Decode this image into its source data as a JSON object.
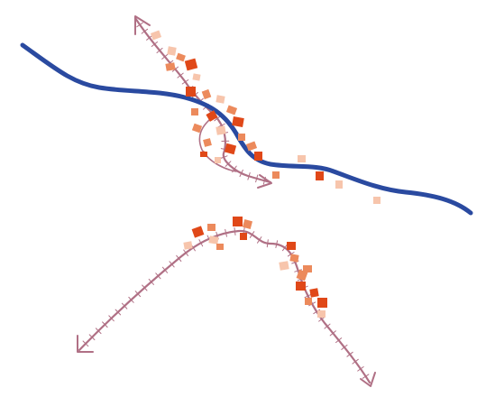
{
  "colors": {
    "river": "#2a4aa0",
    "road": "#b07085",
    "tick": "#b07085",
    "settlement_dark": "#e04818",
    "settlement_mid": "#ec8a5c",
    "settlement_light": "#f7c5ac",
    "background": "#ffffff"
  },
  "diagram": {
    "description_labels": [],
    "elements": [
      "river",
      "road-upper",
      "road-lower",
      "settlements"
    ]
  }
}
